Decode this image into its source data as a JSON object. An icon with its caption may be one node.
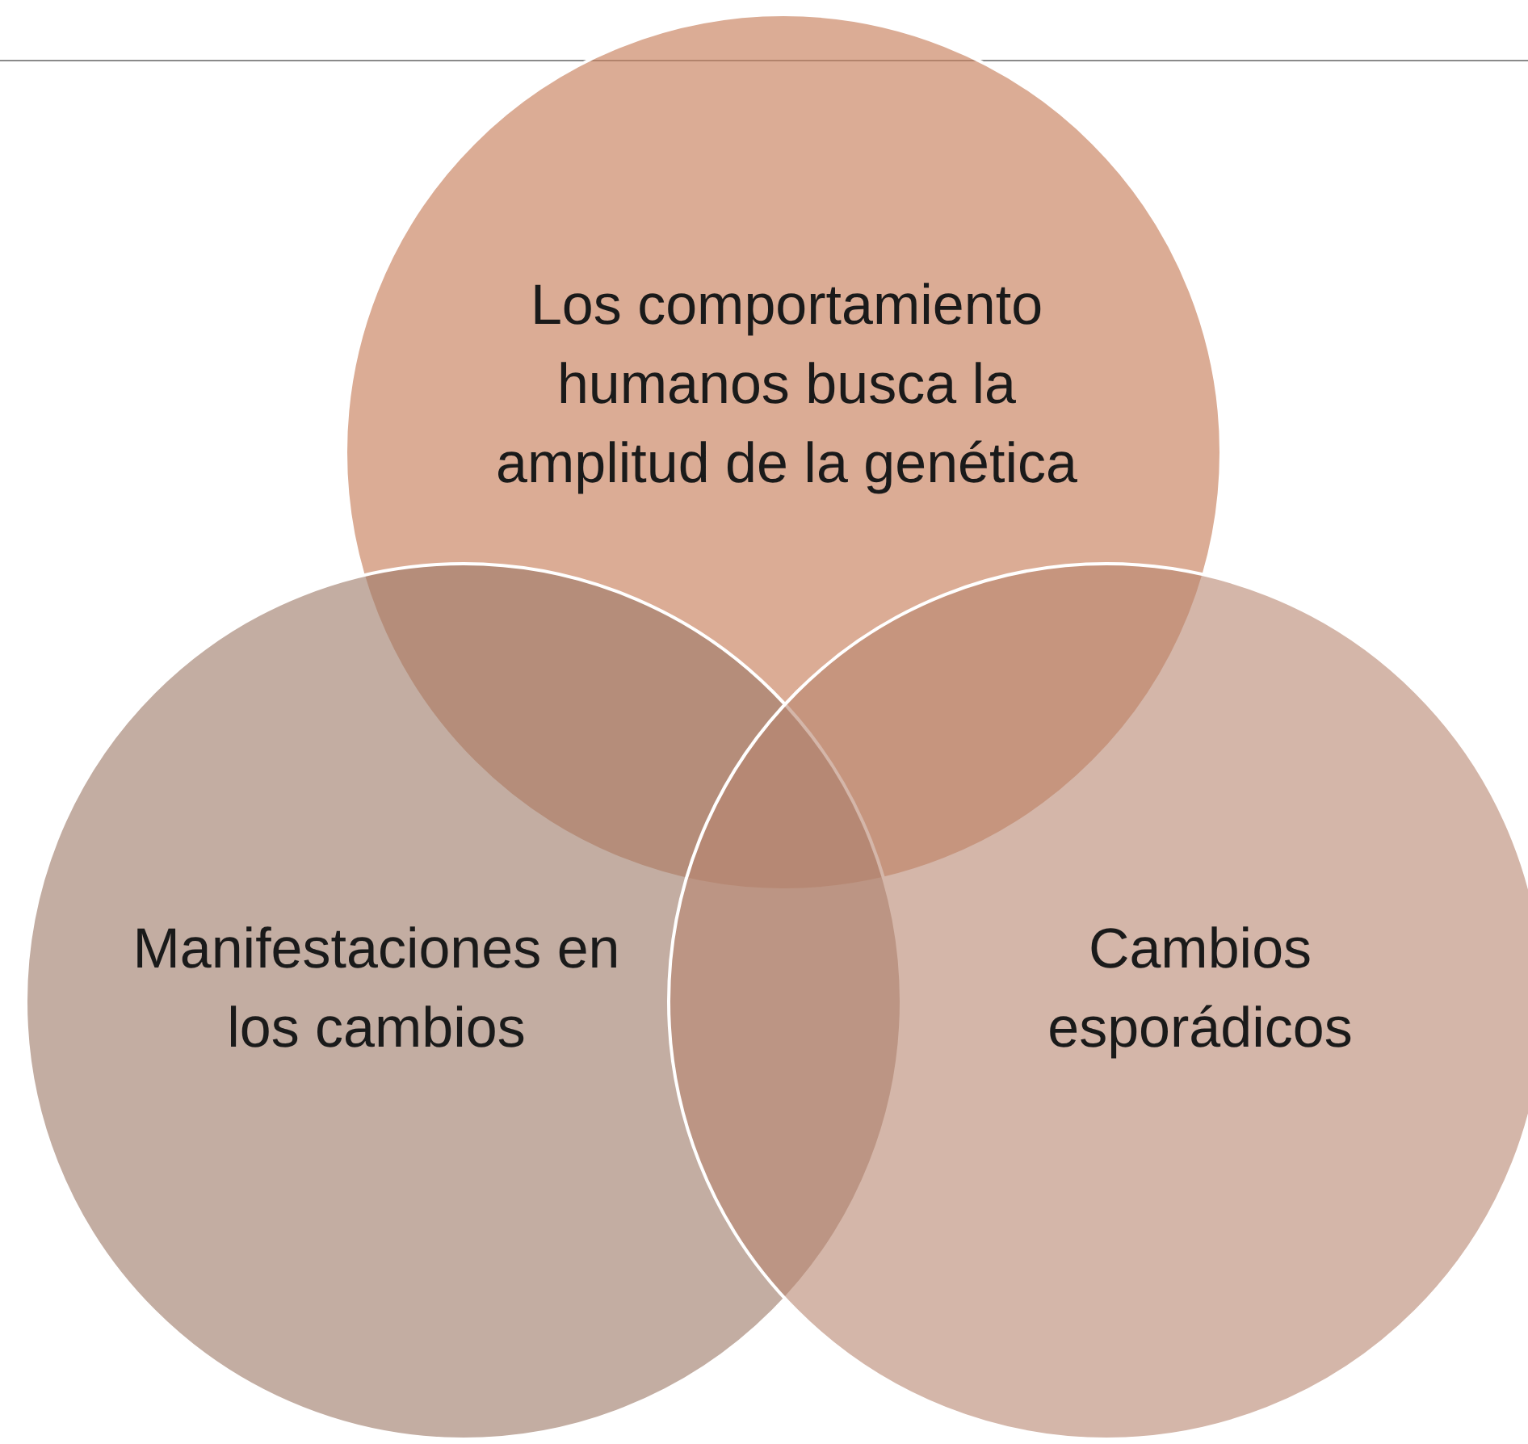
{
  "diagram": {
    "nodes": [
      {
        "text": [
          "Los comportamiento humanos busca la amplitud de la genética"
        ]
      },
      {
        "text": [
          "Manifestaciones en los cambios"
        ]
      },
      {
        "text": [
          "Cambios esporádicos"
        ]
      }
    ]
  }
}
